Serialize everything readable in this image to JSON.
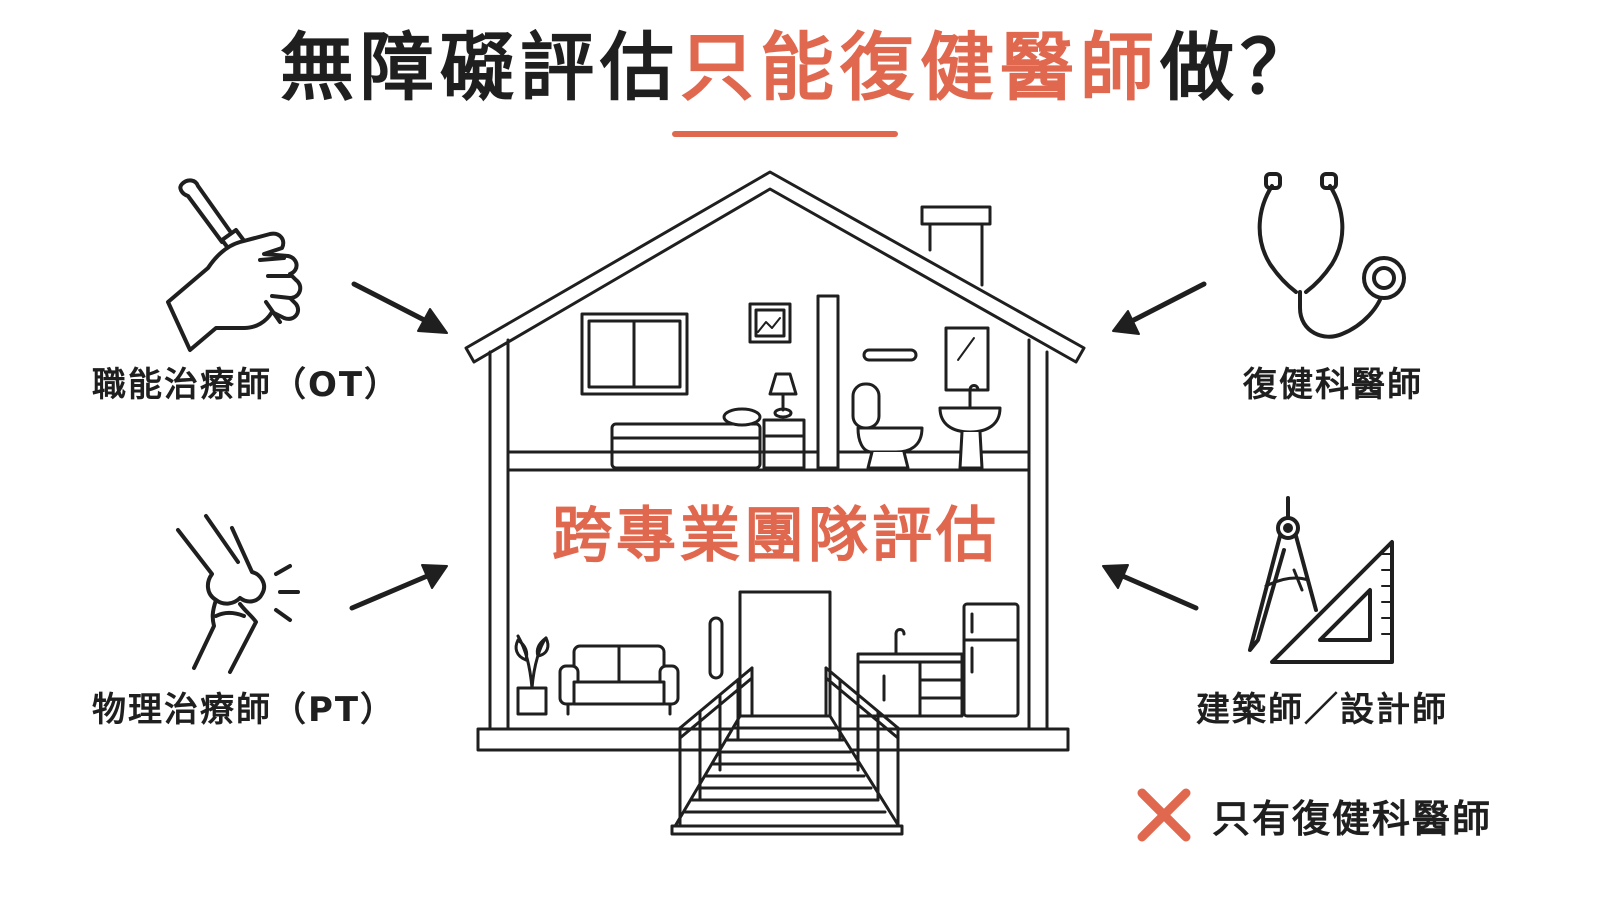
{
  "title": {
    "prefix": "無障礙評估",
    "highlight": "只能復健醫師",
    "suffix": "做？"
  },
  "center_label": "跨專業團隊評估",
  "roles": {
    "ot": "職能治療師（OT）",
    "pt": "物理治療師（PT）",
    "rehab": "復健科醫師",
    "arch": "建築師／設計師"
  },
  "note": {
    "text": "只有復健科醫師"
  },
  "icons": {
    "ot": "screwdriver-hand-icon",
    "pt": "knee-joint-icon",
    "rehab": "stethoscope-icon",
    "arch": "compass-triangle-ruler-icon",
    "note": "x-mark-icon"
  },
  "colors": {
    "accent": "#e0684e",
    "ink": "#1f1f1f"
  }
}
